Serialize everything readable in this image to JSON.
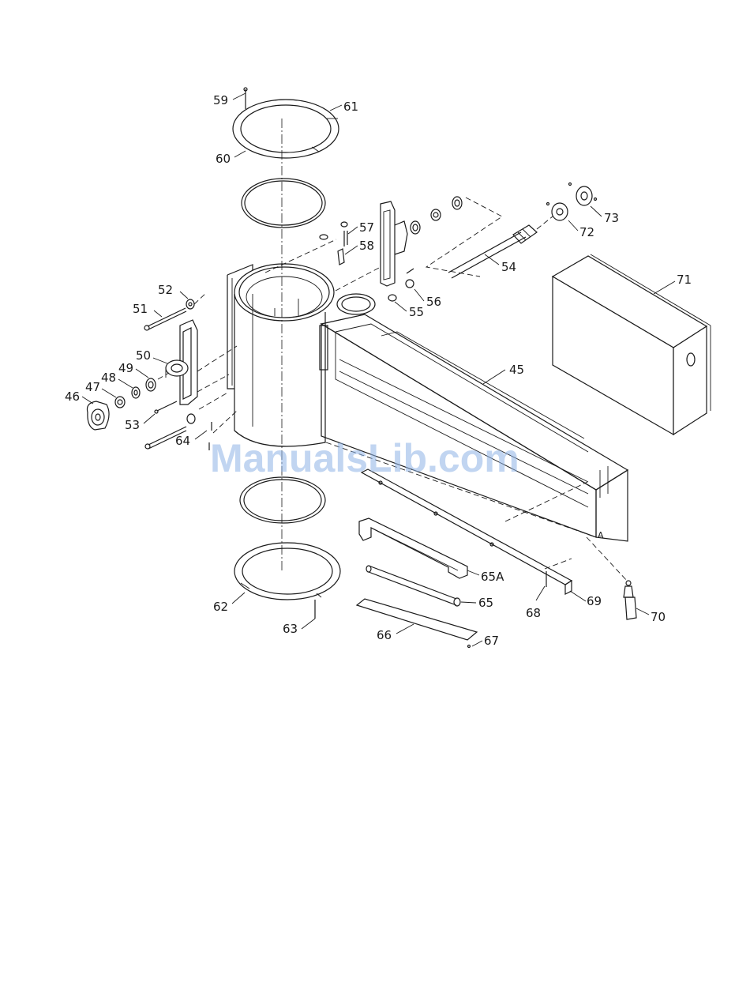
{
  "watermark": "ManualsLib.com",
  "callouts": [
    {
      "id": "59",
      "label": "59"
    },
    {
      "id": "61",
      "label": "61"
    },
    {
      "id": "60",
      "label": "60"
    },
    {
      "id": "57",
      "label": "57"
    },
    {
      "id": "58",
      "label": "58"
    },
    {
      "id": "52",
      "label": "52"
    },
    {
      "id": "51",
      "label": "51"
    },
    {
      "id": "56",
      "label": "56"
    },
    {
      "id": "55",
      "label": "55"
    },
    {
      "id": "54",
      "label": "54"
    },
    {
      "id": "72",
      "label": "72"
    },
    {
      "id": "73",
      "label": "73"
    },
    {
      "id": "71",
      "label": "71"
    },
    {
      "id": "50",
      "label": "50"
    },
    {
      "id": "49",
      "label": "49"
    },
    {
      "id": "48",
      "label": "48"
    },
    {
      "id": "47",
      "label": "47"
    },
    {
      "id": "46",
      "label": "46"
    },
    {
      "id": "45",
      "label": "45"
    },
    {
      "id": "53",
      "label": "53"
    },
    {
      "id": "64",
      "label": "64"
    },
    {
      "id": "65A",
      "label": "65A"
    },
    {
      "id": "65",
      "label": "65"
    },
    {
      "id": "68",
      "label": "68"
    },
    {
      "id": "69",
      "label": "69"
    },
    {
      "id": "70",
      "label": "70"
    },
    {
      "id": "62",
      "label": "62"
    },
    {
      "id": "63",
      "label": "63"
    },
    {
      "id": "66",
      "label": "66"
    },
    {
      "id": "67",
      "label": "67"
    },
    {
      "id": "A",
      "label": "A"
    }
  ],
  "colors": {
    "line": "#1a1a1a",
    "watermark": "#8fb4e6",
    "background": "#ffffff"
  }
}
